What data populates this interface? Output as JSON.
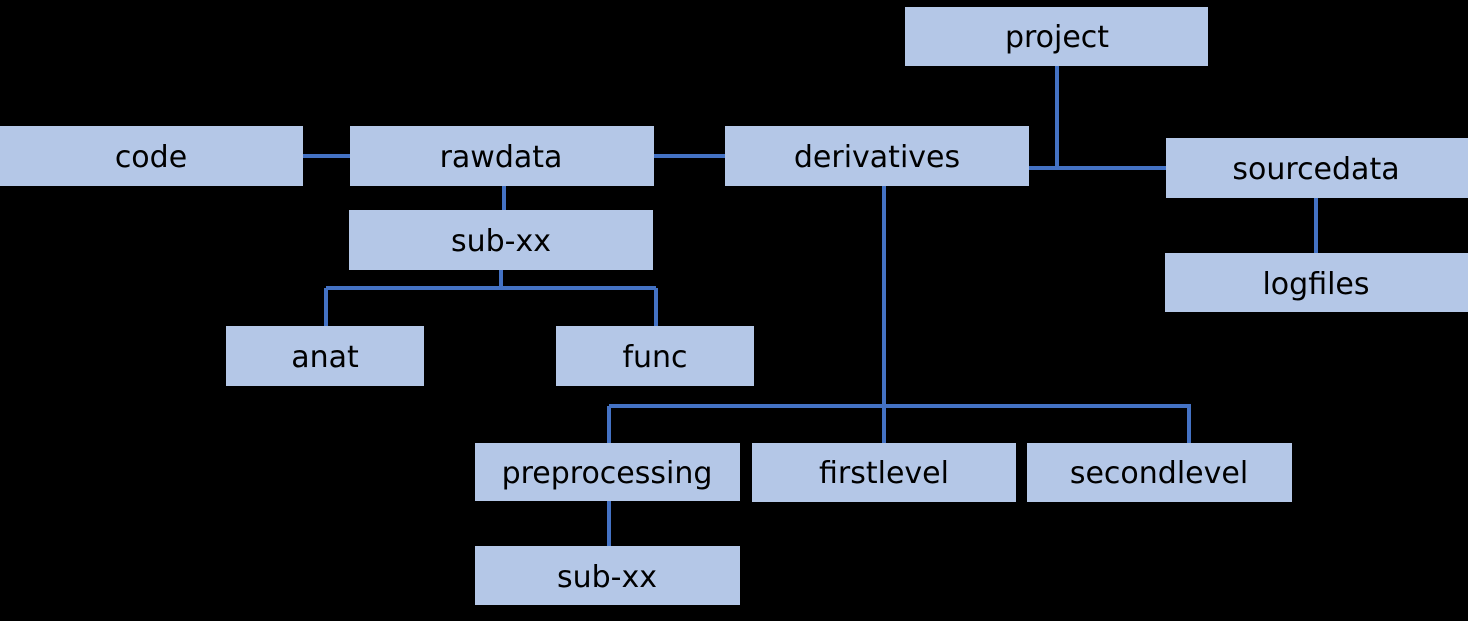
{
  "colors": {
    "background": "#000000",
    "node_fill": "#b4c7e7",
    "connector": "#4472c4",
    "text": "#000000"
  },
  "nodes": {
    "project": "project",
    "code": "code",
    "rawdata": "rawdata",
    "derivatives": "derivatives",
    "sourcedata": "sourcedata",
    "raw_sub": "sub-xx",
    "logfiles": "logfiles",
    "anat": "anat",
    "func": "func",
    "preprocessing": "preprocessing",
    "firstlevel": "firstlevel",
    "secondlevel": "secondlevel",
    "preproc_sub": "sub-xx"
  },
  "edges": [
    [
      "project",
      "derivatives"
    ],
    [
      "project",
      "sourcedata"
    ],
    [
      "code",
      "rawdata"
    ],
    [
      "rawdata",
      "derivatives"
    ],
    [
      "rawdata",
      "raw_sub"
    ],
    [
      "raw_sub",
      "anat"
    ],
    [
      "raw_sub",
      "func"
    ],
    [
      "sourcedata",
      "logfiles"
    ],
    [
      "derivatives",
      "preprocessing"
    ],
    [
      "derivatives",
      "firstlevel"
    ],
    [
      "derivatives",
      "secondlevel"
    ],
    [
      "preprocessing",
      "preproc_sub"
    ]
  ]
}
